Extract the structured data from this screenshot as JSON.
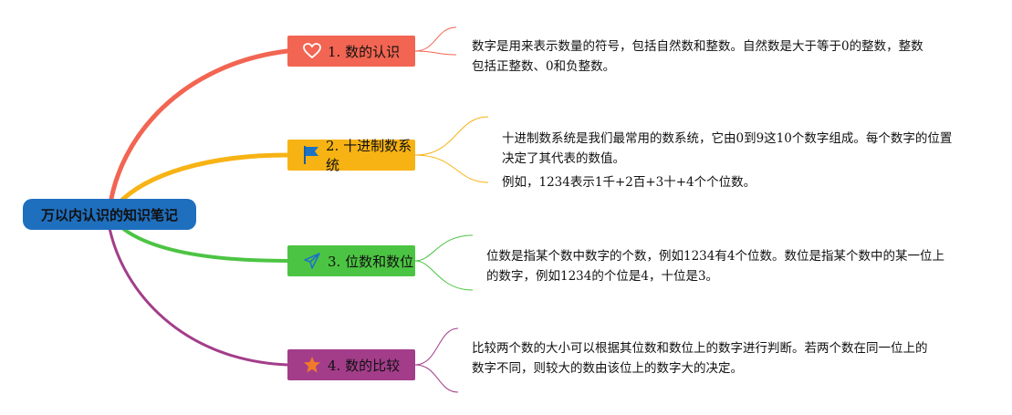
{
  "root": {
    "title": "万以内认识的知识笔记",
    "color": "#1f6fbf"
  },
  "topics": [
    {
      "id": 1,
      "label": "1. 数的认识",
      "icon": "heart-icon",
      "color": "#f26552",
      "notes": [
        "数字是用来表示数量的符号，包括自然数和整数。自然数是大于等于0的整数，整数包括正整数、0和负整数。"
      ]
    },
    {
      "id": 2,
      "label": "2. 十进制数系统",
      "icon": "flag-icon",
      "color": "#f7b314",
      "notes": [
        "十进制数系统是我们最常用的数系统，它由0到9这10个数字组成。每个数字的位置决定了其代表的数值。",
        "例如，1234表示1千+2百+3十+4个个位数。"
      ]
    },
    {
      "id": 3,
      "label": "3. 位数和数位",
      "icon": "paper-plane-icon",
      "color": "#4cc443",
      "notes": [
        "位数是指某个数中数字的个数，例如1234有4个位数。数位是指某个数中的某一位上的数字，例如1234的个位是4，十位是3。"
      ]
    },
    {
      "id": 4,
      "label": "4. 数的比较",
      "icon": "star-icon",
      "color": "#a33d8a",
      "notes": [
        "比较两个数的大小可以根据其位数和数位上的数字进行判断。若两个数在同一位上的数字不同，则较大的数由该位上的数字大的决定。"
      ]
    }
  ]
}
